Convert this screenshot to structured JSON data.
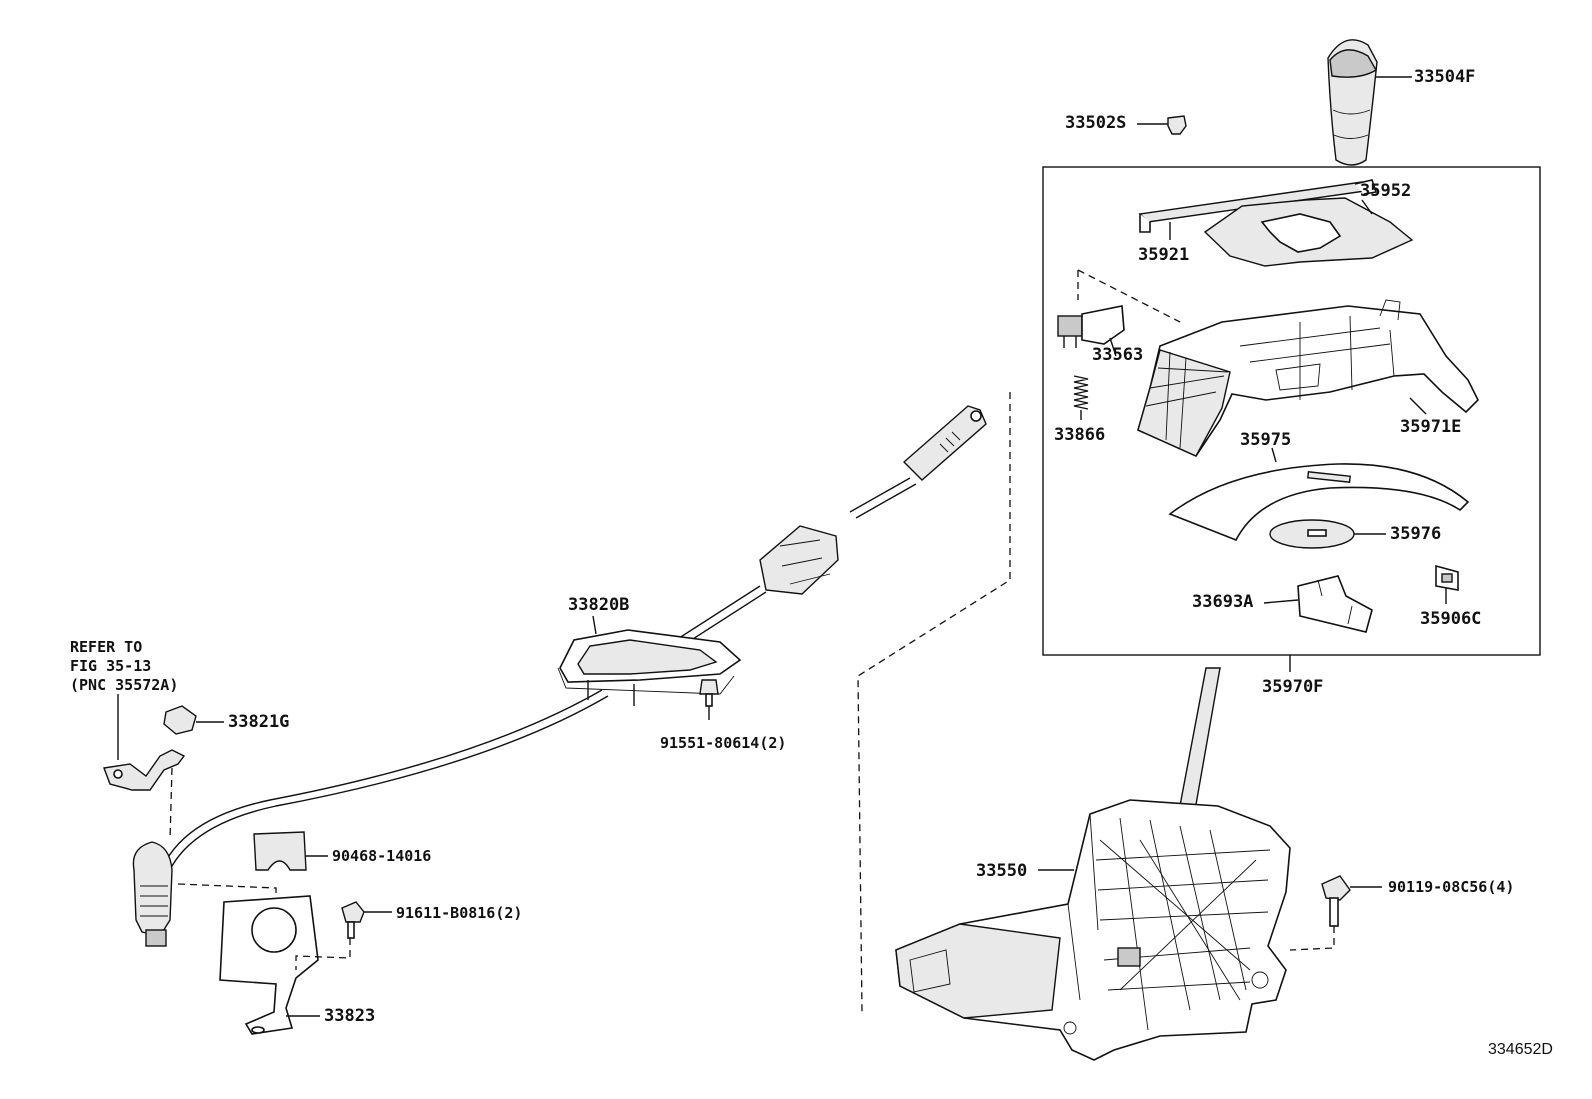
{
  "diagram": {
    "figure_id": "334652D",
    "refer_note": [
      "REFER TO",
      "FIG 35-13",
      "(PNC 35572A)"
    ],
    "callouts": {
      "c33504F": "33504F",
      "c33502S": "33502S",
      "c35952": "35952",
      "c35921": "35921",
      "c33563": "33563",
      "c33866": "33866",
      "c35971E": "35971E",
      "c35975": "35975",
      "c35976": "35976",
      "c33693A": "33693A",
      "c35906C": "35906C",
      "c35970F": "35970F",
      "c33820B": "33820B",
      "c91551": "91551-80614(2)",
      "c33821G": "33821G",
      "c90468": "90468-14016",
      "c91611": "91611-B0816(2)",
      "c33823": "33823",
      "c33550": "33550",
      "c90119": "90119-08C56(4)"
    }
  }
}
